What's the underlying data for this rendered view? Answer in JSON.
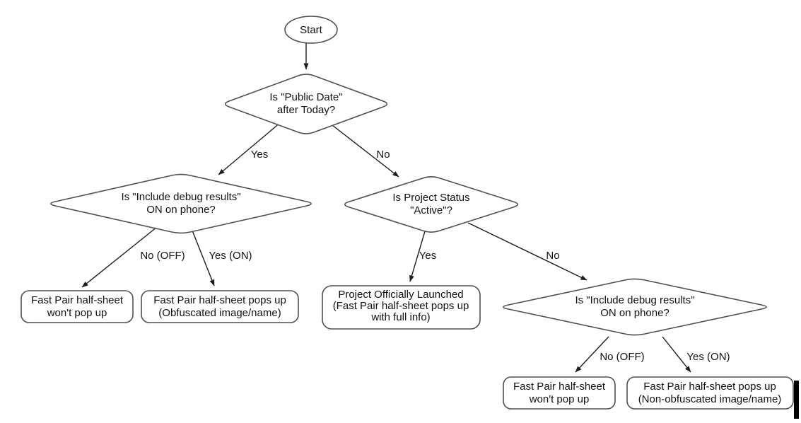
{
  "diagram": {
    "nodes": {
      "start": {
        "lines": [
          "Start"
        ]
      },
      "public_date": {
        "lines": [
          "Is \"Public Date\"",
          "after Today?"
        ]
      },
      "debug_left": {
        "lines": [
          "Is \"Include debug results\"",
          "ON on phone?"
        ]
      },
      "project_status": {
        "lines": [
          "Is Project Status",
          "\"Active\"?"
        ]
      },
      "debug_right": {
        "lines": [
          "Is \"Include debug results\"",
          "ON on phone?"
        ]
      },
      "result_no_popup_left": {
        "lines": [
          "Fast Pair half-sheet",
          "won't pop up"
        ]
      },
      "result_obfuscated": {
        "lines": [
          "Fast Pair half-sheet pops up",
          "(Obfuscated image/name)"
        ]
      },
      "result_launched": {
        "lines": [
          "Project Officially Launched",
          "(Fast Pair half-sheet pops up",
          "with full info)"
        ]
      },
      "result_no_popup_right": {
        "lines": [
          "Fast Pair half-sheet",
          "won't pop up"
        ]
      },
      "result_non_obfuscated": {
        "lines": [
          "Fast Pair half-sheet pops up",
          "(Non-obfuscated image/name)"
        ]
      }
    },
    "edges": {
      "public_date_yes": "Yes",
      "public_date_no": "No",
      "debug_left_no": "No (OFF)",
      "debug_left_yes": "Yes (ON)",
      "project_status_yes": "Yes",
      "project_status_no": "No",
      "debug_right_no": "No (OFF)",
      "debug_right_yes": "Yes (ON)"
    },
    "colors": {
      "background": "#ffffff",
      "shape_stroke": "#4f4f4f",
      "edge_stroke": "#1c1c1c",
      "text": "#111111",
      "cursor_bar": "#000000"
    }
  }
}
